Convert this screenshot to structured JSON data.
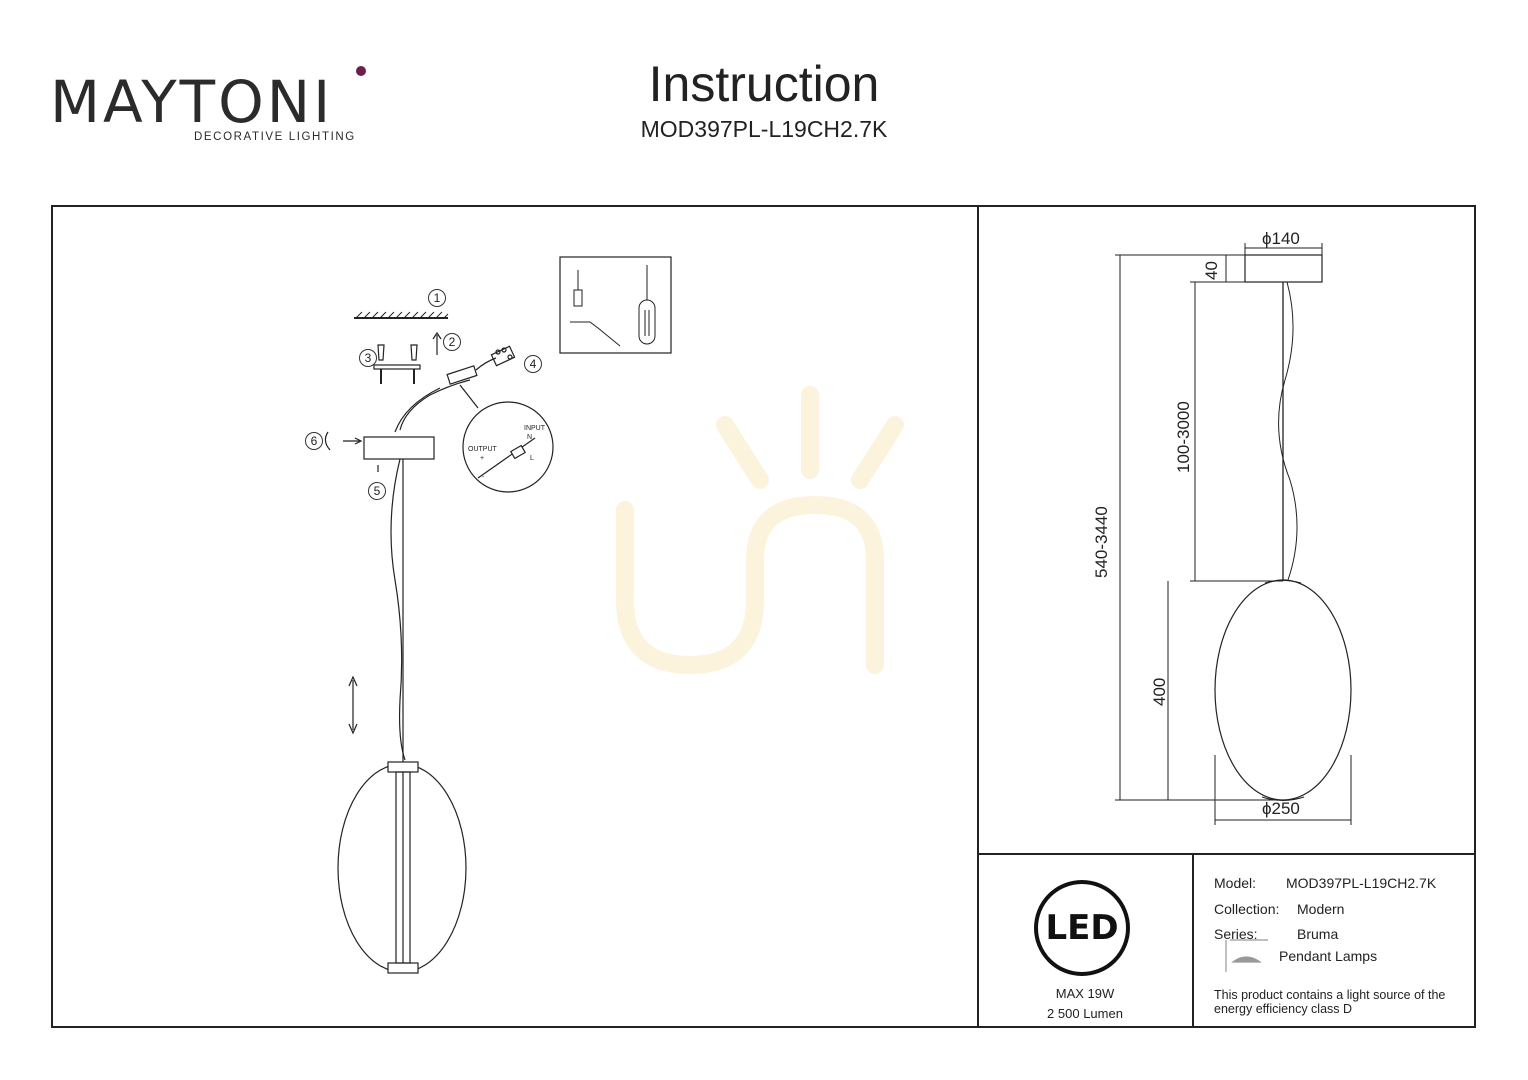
{
  "brand": {
    "name": "MAYTONI",
    "tagline": "DECORATIVE LIGHTING",
    "accent_color": "#6b1f4a"
  },
  "header": {
    "title": "Instruction",
    "model_code": "MOD397PL-L19CH2.7K"
  },
  "assembly": {
    "step_numbers": [
      "1",
      "2",
      "3",
      "4",
      "5",
      "6"
    ],
    "connector_labels": {
      "output": "OUTPUT",
      "input": "INPUT",
      "plus": "+",
      "minus": "-",
      "n": "N",
      "l": "L"
    }
  },
  "dimensions": {
    "canopy_diameter": "ϕ140",
    "canopy_height": "40",
    "cable_length": "100-3000",
    "total_height": "540-3440",
    "shade_height": "400",
    "shade_diameter": "ϕ250"
  },
  "led": {
    "badge": "LED",
    "power": "MAX 19W",
    "lumen": "2 500 Lumen"
  },
  "specs": {
    "model_label": "Model:",
    "model_value": "MOD397PL-L19CH2.7K",
    "collection_label": "Collection:",
    "collection_value": "Modern",
    "series_label": "Series:",
    "series_value": "Bruma",
    "type_value": "Pendant Lamps",
    "energy_note": "This product contains a light source of the energy efficiency class D"
  }
}
